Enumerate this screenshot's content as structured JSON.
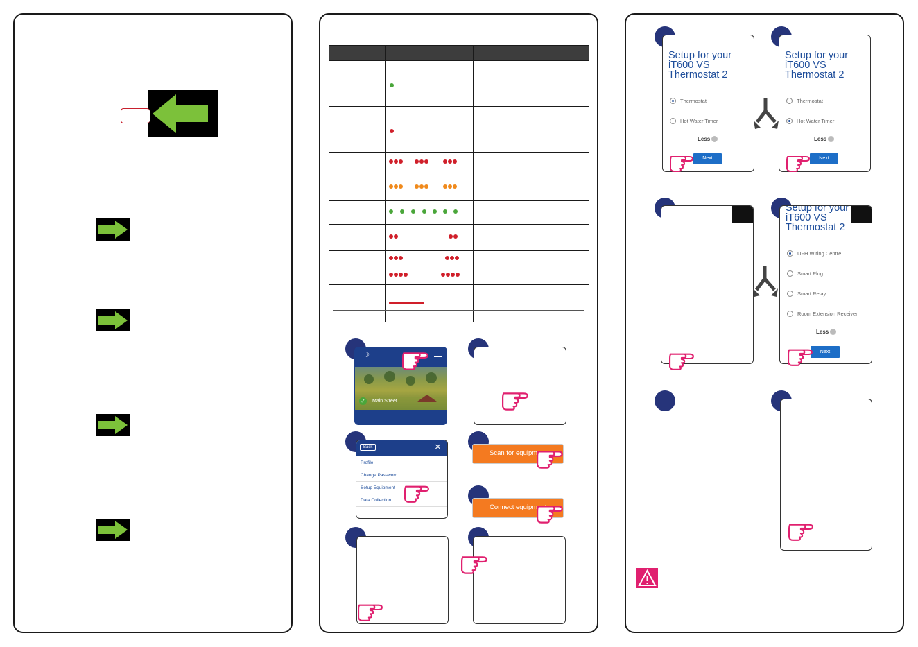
{
  "panel3": {
    "screen_a": {
      "title": "Setup for your iT600 VS Thermostat 2",
      "options": [
        "Thermostat",
        "Hot Water Timer"
      ],
      "selected": 0,
      "less_label": "Less",
      "next_label": "Next"
    },
    "screen_b": {
      "title": "Setup for your iT600 VS Thermostat 2",
      "options": [
        "Thermostat",
        "Hot Water Timer"
      ],
      "selected": 1,
      "less_label": "Less",
      "next_label": "Next"
    },
    "screen_d": {
      "title": "Setup for your iT600 VS Thermostat 2",
      "options": [
        "UFH Wiring Centre",
        "Smart Plug",
        "Smart Relay",
        "Room Extension Receiver"
      ],
      "selected": 0,
      "less_label": "Less",
      "next_label": "Next"
    }
  },
  "panel2": {
    "home_screen": {
      "location_label": "Main Street"
    },
    "menu": {
      "back_label": "Back",
      "items": [
        "Profile",
        "Change Password",
        "Setup Equipment",
        "Data Collection"
      ]
    },
    "scan_button_label": "Scan for equipment",
    "connect_button_label": "Connect equipment"
  },
  "colors": {
    "green": "#4aa63a",
    "red": "#d01f2a",
    "orange": "#f08a1c",
    "navy": "#26347a",
    "magenta": "#e0206f"
  }
}
